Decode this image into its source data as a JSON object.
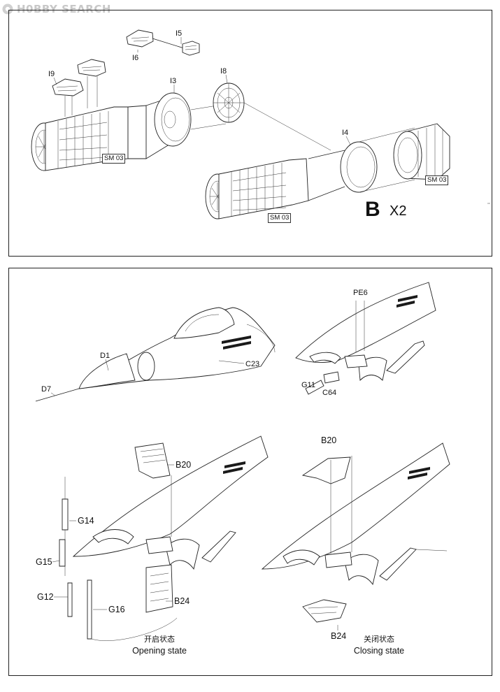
{
  "watermark": {
    "text": "H0BBY SEARCH"
  },
  "top_panel": {
    "part_labels": [
      "I5",
      "I6",
      "I9",
      "I3",
      "I8",
      "I4"
    ],
    "sm_tags": [
      "SM 03",
      "SM 03",
      "SM 03"
    ],
    "variant_letter": "B",
    "quantity": "X2"
  },
  "bottom_panel": {
    "labels_nose": [
      "D1",
      "D7",
      "C23"
    ],
    "labels_gear_bay": [
      "PE6",
      "G11",
      "C64"
    ],
    "labels_open": [
      "B20",
      "G14",
      "G15",
      "G12",
      "G16",
      "B24"
    ],
    "labels_closed": [
      "B20",
      "B24"
    ],
    "open_caption": {
      "cn": "开启状态",
      "en": "Opening state"
    },
    "closed_caption": {
      "cn": "关闭状态",
      "en": "Closing state"
    }
  }
}
